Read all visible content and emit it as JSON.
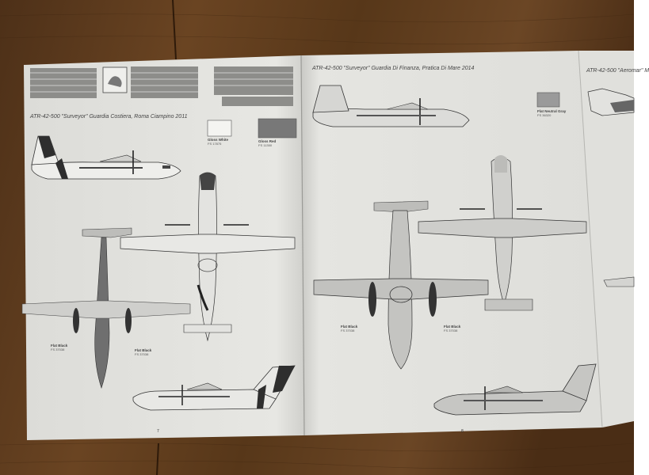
{
  "instructions": {
    "left_page": {
      "caption": "ATR-42-500 \"Surveyor\" Guardia Costiera, Roma Ciampino 2011",
      "swatches": [
        {
          "name": "Gloss White",
          "code": "FS 17875",
          "color": "#f4f4f1"
        },
        {
          "name": "Gloss Red",
          "code": "FS 11350",
          "color": "#777777"
        }
      ],
      "flat_black_labels": [
        {
          "name": "Flat Black",
          "code": "FS 37038"
        },
        {
          "name": "Flat Black",
          "code": "FS 37038"
        }
      ],
      "page_number": "7"
    },
    "right_page": {
      "caption": "ATR-42-500 \"Surveyor\" Guardia Di Finanza, Pratica Di Mare 2014",
      "swatches": [
        {
          "name": "Flat Neutral Gray",
          "code": "FS 36320",
          "color": "#9a9a9a"
        }
      ],
      "flat_black_labels": [
        {
          "name": "Flat Black",
          "code": "FS 37038"
        },
        {
          "name": "Flat Black",
          "code": "FS 37038"
        }
      ],
      "page_number": "8"
    },
    "third_page": {
      "caption": "ATR-42-500 \"Aeromar\" M"
    }
  },
  "colors": {
    "table": "#5a3a1e",
    "paper": "#e6e6e2",
    "aircraft_gray": "#6f6f6f",
    "aircraft_light": "#d8d8d5"
  }
}
